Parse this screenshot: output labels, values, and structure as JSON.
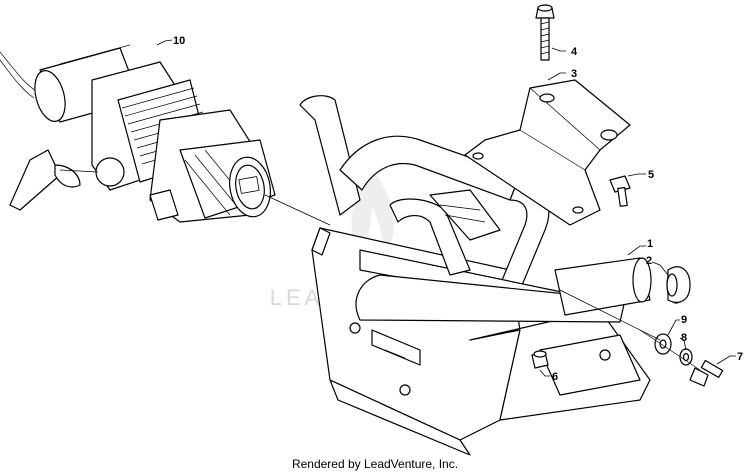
{
  "watermark": "LEADVENTURE",
  "caption": "Rendered by LeadVenture, Inc.",
  "callouts": [
    {
      "id": "1",
      "label": "1"
    },
    {
      "id": "2",
      "label": "2"
    },
    {
      "id": "3",
      "label": "3"
    },
    {
      "id": "4",
      "label": "4"
    },
    {
      "id": "5",
      "label": "5"
    },
    {
      "id": "6",
      "label": "6"
    },
    {
      "id": "7",
      "label": "7"
    },
    {
      "id": "8",
      "label": "8"
    },
    {
      "id": "9",
      "label": "9"
    },
    {
      "id": "10",
      "label": "10"
    }
  ]
}
